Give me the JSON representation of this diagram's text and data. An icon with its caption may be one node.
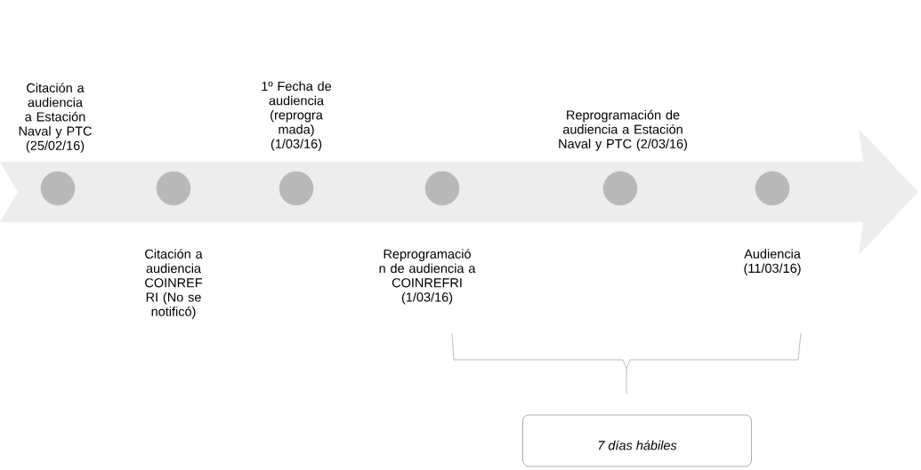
{
  "diagram": {
    "nodes": [
      {
        "text": [],
        "shape": "circle",
        "beside": [
          "Citación a audiencia a Estación Naval y PTC (25/02/16)"
        ]
      },
      {
        "text": [],
        "shape": "circle",
        "beside": [
          "Citación a audiencia COINREF RI (No se notificó)"
        ]
      },
      {
        "text": [],
        "shape": "circle",
        "beside": [
          "1º Fecha de audiencia (reprogra mada) (1/03/16)"
        ]
      },
      {
        "text": [],
        "shape": "circle",
        "beside": [
          "Reprogramació n de audiencia a COINREFRI (1/03/16)"
        ]
      },
      {
        "text": [],
        "shape": "circle",
        "beside": [
          "Reprogramación de audiencia a Estación Naval y PTC (2/03/16)"
        ]
      },
      {
        "text": [],
        "shape": "circle",
        "beside": [
          "Audiencia (11/03/16)"
        ]
      },
      {
        "text": [
          "7 días hábiles"
        ]
      }
    ],
    "edges": []
  }
}
